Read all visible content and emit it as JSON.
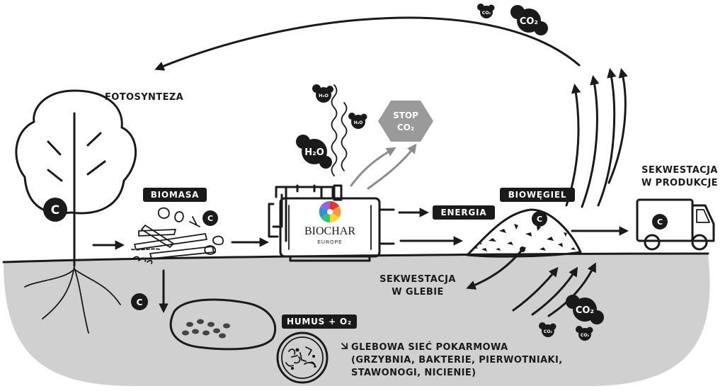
{
  "labels": {
    "fotosynteza": "FOTOSYNTEZA",
    "sekwestacja_produkcje_1": "SEKWESTACJA",
    "sekwestacja_produkcje_2": "W PRODUKCJE",
    "sekwestacja_glebie_1": "SEKWESTACJA",
    "sekwestacja_glebie_2": "W GLEBIE",
    "food_web_1": "GLEBOWA SIEĆ POKARMOWA",
    "food_web_2": "(GRZYBNIA, BAKTERIE, PIERWOTNIAKI,",
    "food_web_3": "STAWONOGI, NICIENIE)"
  },
  "tags": {
    "biomasa": "BIOMASA",
    "energia": "ENERGIA",
    "biowegiel": "BIOWĘGIEL",
    "humus": "HUMUS + O₂"
  },
  "molecules": {
    "carbon": "C",
    "co2": "CO₂",
    "h2o": "H₂O",
    "stop_line1": "STOP",
    "stop_line2": "CO₂"
  },
  "logo": {
    "name": "BIOCHAR",
    "sub": "EUROPE"
  },
  "colors": {
    "ink": "#1a1a1a",
    "soil": "#d0d0d0",
    "stop_sign": "#9a9a9a",
    "gray_arrow": "#8c8c8c"
  }
}
